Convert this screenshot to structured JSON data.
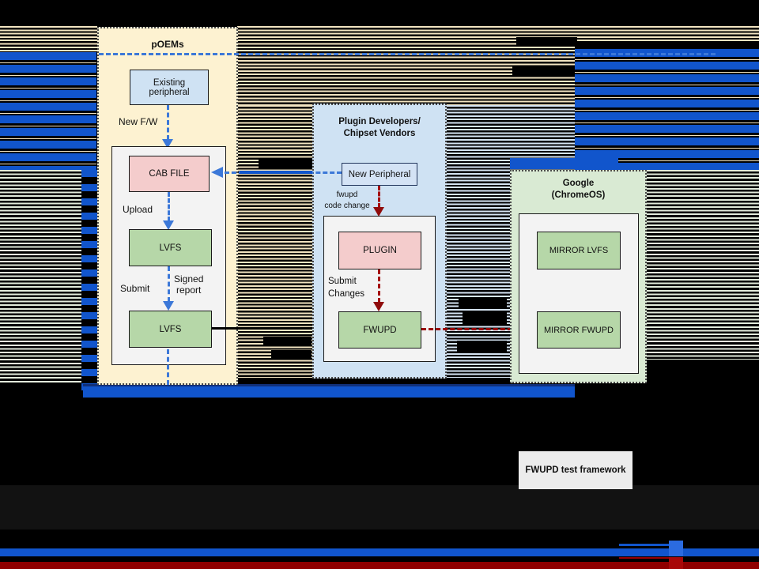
{
  "diagram": {
    "poems": {
      "title": "pOEMs",
      "existing_peripheral": "Existing\nperipheral",
      "new_fw_label": "New F/W",
      "cab_file": "CAB FILE",
      "upload_label": "Upload",
      "lvfs_top": "LVFS",
      "submit_label": "Submit",
      "signed_report_label": "Signed\nreport",
      "lvfs_bottom": "LVFS"
    },
    "plugin_devs": {
      "title": "Plugin Developers/\nChipset Vendors",
      "new_peripheral": "New Peripheral",
      "fwupd_code_change_label": "fwupd\ncode change",
      "plugin": "PLUGIN",
      "submit_changes_label": "Submit\nChanges",
      "fwupd": "FWUPD"
    },
    "google": {
      "title": "Google\n(ChromeOS)",
      "mirror_lvfs": "MIRROR LVFS",
      "mirror_fwupd": "MIRROR FWUPD"
    },
    "test_framework_label": "FWUPD test framework"
  },
  "colors": {
    "poems_fill": "#fdf2d1",
    "plugin_fill": "#cfe2f3",
    "google_fill": "#d9ead3",
    "node_pink": "#f4cccc",
    "node_green": "#b6d7a8",
    "node_blue": "#cfe2f3",
    "inner_gray": "#f3f3f3",
    "arrow_blue": "#3c78d8",
    "arrow_red": "#990000",
    "band_blue": "#1155cc",
    "band_red": "#990000"
  }
}
